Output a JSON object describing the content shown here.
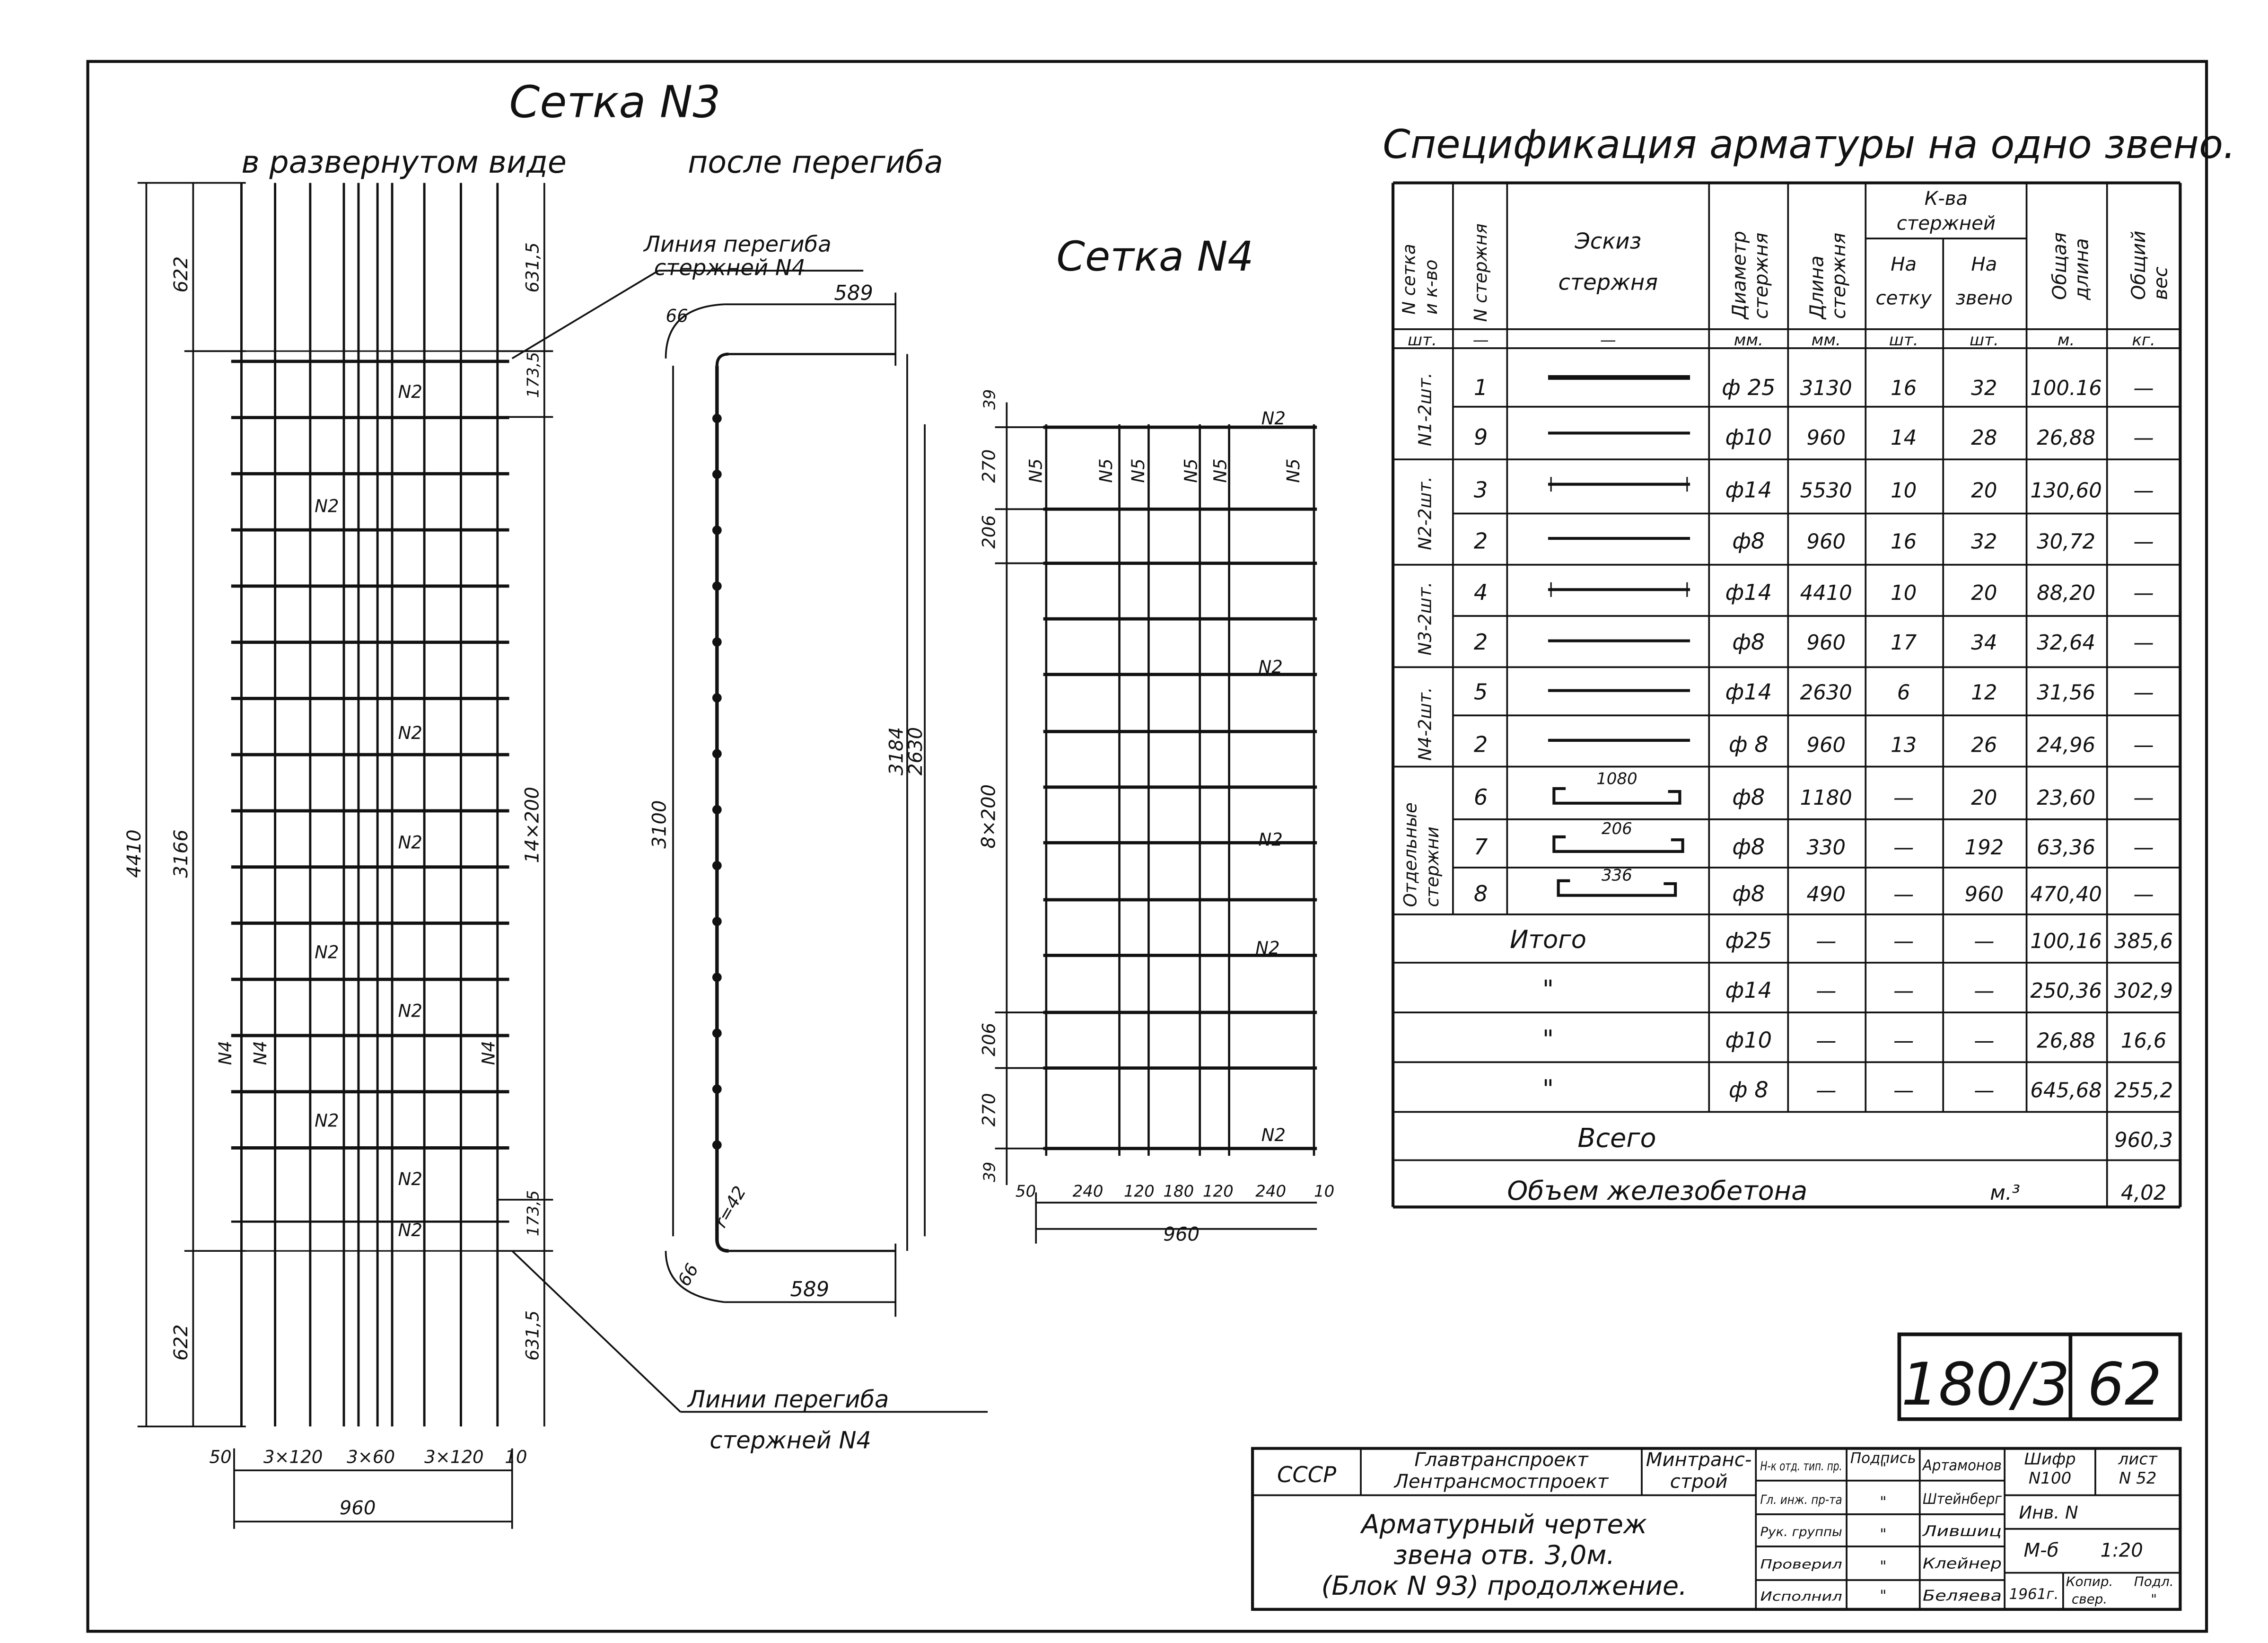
{
  "colors": {
    "ink": "#111111",
    "paper": "#ffffff"
  },
  "setka3": {
    "title": "Сетка N3",
    "sub_left": "в развернутом виде",
    "sub_right": "после перегиба",
    "bend_line_top_1": "Линия перегиба",
    "bend_line_top_2": "стержней N4",
    "bend_lines_bottom_1": "Линии перегиба",
    "bend_lines_bottom_2": "стержней N4",
    "dims": {
      "d4410": "4410",
      "d3166": "3166",
      "d622a": "622",
      "d622b": "622",
      "d6315a": "631,5",
      "d6315b": "631,5",
      "d1735a": "173,5",
      "d1735b": "173,5",
      "d14x200": "14×200",
      "d50": "50",
      "d3x120a": "3×120",
      "d3x60": "3×60",
      "d3x120b": "3×120",
      "d10": "10",
      "d960": "960",
      "d3100": "3100",
      "d3184": "3184",
      "d2630": "2630",
      "d589a": "589",
      "d589b": "589",
      "d66a": "66",
      "d66b": "66",
      "dr42": "r=42"
    },
    "marks": {
      "n2": "N2",
      "n4": "N4"
    }
  },
  "setka4": {
    "title": "Сетка N4",
    "marks": {
      "n2": "N2",
      "n5": "N5"
    },
    "dims": {
      "d39a": "39",
      "d270a": "270",
      "d206a": "206",
      "d8x200": "8×200",
      "d206b": "206",
      "d270b": "270",
      "d39b": "39",
      "d50": "50",
      "d240a": "240",
      "d120a": "120",
      "d180": "180",
      "d120b": "120",
      "d240b": "240",
      "d10": "10",
      "d960": "960"
    }
  },
  "spec": {
    "title": "Спецификация арматуры на одно звено.",
    "headers": {
      "col1": [
        "N сетка",
        "и к-во"
      ],
      "col2": "N стержня",
      "col3": [
        "Эскиз",
        "стержня"
      ],
      "col4": [
        "Диаметр",
        "стержня"
      ],
      "col5": [
        "Длина",
        "стержня"
      ],
      "col6": [
        "К-ва",
        "стержней"
      ],
      "col6a": [
        "На",
        "сетку"
      ],
      "col6b": [
        "На",
        "звено"
      ],
      "col7": [
        "Общая",
        "длина"
      ],
      "col8": [
        "Общий",
        "вес"
      ]
    },
    "units": [
      "шт.",
      "—",
      "—",
      "мм.",
      "мм.",
      "шт.",
      "шт.",
      "м.",
      "кг."
    ],
    "groups": [
      {
        "label": "N1-2шт."
      },
      {
        "label": "N2-2шт."
      },
      {
        "label": "N3-2шт."
      },
      {
        "label": "N4-2шт."
      },
      {
        "label": [
          "Отдельные",
          "стержни"
        ]
      }
    ],
    "rows": [
      {
        "n": "1",
        "dia": "ф 25",
        "len": "3130",
        "per_mesh": "16",
        "per_link": "32",
        "total": "100.16",
        "w": "—"
      },
      {
        "n": "9",
        "dia": "ф10",
        "len": "960",
        "per_mesh": "14",
        "per_link": "28",
        "total": "26,88",
        "w": "—"
      },
      {
        "n": "3",
        "dia": "ф14",
        "len": "5530",
        "per_mesh": "10",
        "per_link": "20",
        "total": "130,60",
        "w": "—"
      },
      {
        "n": "2",
        "dia": "ф8",
        "len": "960",
        "per_mesh": "16",
        "per_link": "32",
        "total": "30,72",
        "w": "—"
      },
      {
        "n": "4",
        "dia": "ф14",
        "len": "4410",
        "per_mesh": "10",
        "per_link": "20",
        "total": "88,20",
        "w": "—"
      },
      {
        "n": "2",
        "dia": "ф8",
        "len": "960",
        "per_mesh": "17",
        "per_link": "34",
        "total": "32,64",
        "w": "—"
      },
      {
        "n": "5",
        "dia": "ф14",
        "len": "2630",
        "per_mesh": "6",
        "per_link": "12",
        "total": "31,56",
        "w": "—"
      },
      {
        "n": "2",
        "dia": "ф 8",
        "len": "960",
        "per_mesh": "13",
        "per_link": "26",
        "total": "24,96",
        "w": "—"
      },
      {
        "n": "6",
        "dia": "ф8",
        "len": "1180",
        "per_mesh": "—",
        "per_link": "20",
        "total": "23,60",
        "w": "—",
        "sketch": "1080"
      },
      {
        "n": "7",
        "dia": "ф8",
        "len": "330",
        "per_mesh": "—",
        "per_link": "192",
        "total": "63,36",
        "w": "—",
        "sketch": "206"
      },
      {
        "n": "8",
        "dia": "ф8",
        "len": "490",
        "per_mesh": "—",
        "per_link": "960",
        "total": "470,40",
        "w": "—",
        "sketch": "336"
      }
    ],
    "totals": [
      {
        "label": "Итого",
        "dia": "ф25",
        "a": "—",
        "b": "—",
        "c": "—",
        "total": "100,16",
        "w": "385,6"
      },
      {
        "label": "\"",
        "dia": "ф14",
        "a": "—",
        "b": "—",
        "c": "—",
        "total": "250,36",
        "w": "302,9"
      },
      {
        "label": "\"",
        "dia": "ф10",
        "a": "—",
        "b": "—",
        "c": "—",
        "total": "26,88",
        "w": "16,6"
      },
      {
        "label": "\"",
        "dia": "ф 8",
        "a": "—",
        "b": "—",
        "c": "—",
        "total": "645,68",
        "w": "255,2"
      }
    ],
    "grand": {
      "label": "Всего",
      "w": "960,3"
    },
    "volume": {
      "label": "Объем железобетона",
      "unit": "м.³",
      "value": "4,02"
    }
  },
  "stamp_no": {
    "a": "180/3",
    "b": "62"
  },
  "title_block": {
    "country": "СССР",
    "org1": "Главтранспроект",
    "org2": "Лентрансмостпроект",
    "ministry1": "Минтранс-",
    "ministry2": "строй",
    "title1": "Арматурный чертеж",
    "title2": "звена отв. 3,0м.",
    "title3": "(Блок N 93) продолжение.",
    "roles": [
      "Н-к отд. тип. пр.",
      "Гл. инж. пр-та",
      "Рук. группы",
      "Проверил",
      "Исполнил"
    ],
    "sign_header": "Подпись",
    "sign_marks": [
      "\"",
      "\"",
      "\"",
      "\"",
      "\""
    ],
    "names": [
      "Артамонов",
      "Штейнберг",
      "Лившиц",
      "Клейнер",
      "Беляева"
    ],
    "cipher_label": "Шифр",
    "cipher": "N100",
    "sheet_label": "лист",
    "sheet": "N 52",
    "inv": "Инв. N",
    "scale_m": "М-б",
    "scale": "1:20",
    "year": "1961г.",
    "copy": "Копир.",
    "copy_sign": "свер.",
    "podl": "Подл.",
    "podl_sign": "\""
  }
}
